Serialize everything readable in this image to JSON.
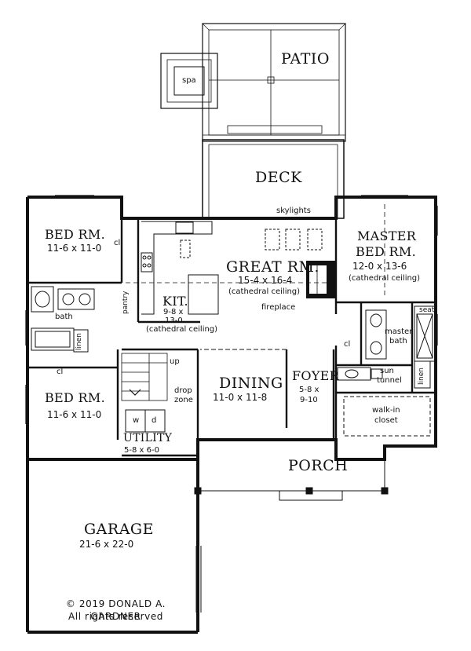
{
  "rooms": {
    "patio": {
      "name": "PATIO"
    },
    "spa": {
      "name": "spa"
    },
    "deck": {
      "name": "DECK"
    },
    "skylights": {
      "name": "skylights"
    },
    "bed1": {
      "name": "BED RM.",
      "dims": "11-6 x 11-0"
    },
    "bed2": {
      "name": "BED RM.",
      "dims": "11-6 x 11-0"
    },
    "master": {
      "name1": "MASTER",
      "name2": "BED RM.",
      "dims": "12-0 x 13-6",
      "note": "(cathedral ceiling)"
    },
    "great": {
      "name": "GREAT RM.",
      "dims": "15-4 x 16-4",
      "note": "(cathedral ceiling)"
    },
    "fireplace": {
      "name": "fireplace"
    },
    "kitchen": {
      "name": "KIT.",
      "dims1": "9-8 x",
      "dims2": "13-0",
      "note": "(cathedral ceiling)"
    },
    "pantry": {
      "name": "pantry"
    },
    "bath": {
      "name": "bath"
    },
    "linen1": {
      "name": "linen"
    },
    "linen2": {
      "name": "linen"
    },
    "cl1": {
      "name": "cl"
    },
    "cl2": {
      "name": "cl"
    },
    "cl3": {
      "name": "cl"
    },
    "up": {
      "name": "up"
    },
    "drop": {
      "name1": "drop",
      "name2": "zone"
    },
    "dining": {
      "name": "DINING",
      "dims": "11-0 x 11-8"
    },
    "foyer": {
      "name": "FOYER",
      "dims1": "5-8 x",
      "dims2": "9-10"
    },
    "masterbath": {
      "name1": "master",
      "name2": "bath"
    },
    "seat": {
      "name": "seat"
    },
    "suntunnel": {
      "name1": "sun",
      "name2": "tunnel"
    },
    "walkin": {
      "name1": "walk-in",
      "name2": "closet"
    },
    "utility": {
      "name": "UTILITY",
      "dims": "5-8 x 6-0",
      "w": "w",
      "d": "d"
    },
    "porch": {
      "name": "PORCH"
    },
    "garage": {
      "name": "GARAGE",
      "dims": "21-6 x 22-0"
    }
  },
  "copyright": {
    "line1": "© 2019 DONALD A. GARDNER",
    "line2": "All rights reserved"
  }
}
